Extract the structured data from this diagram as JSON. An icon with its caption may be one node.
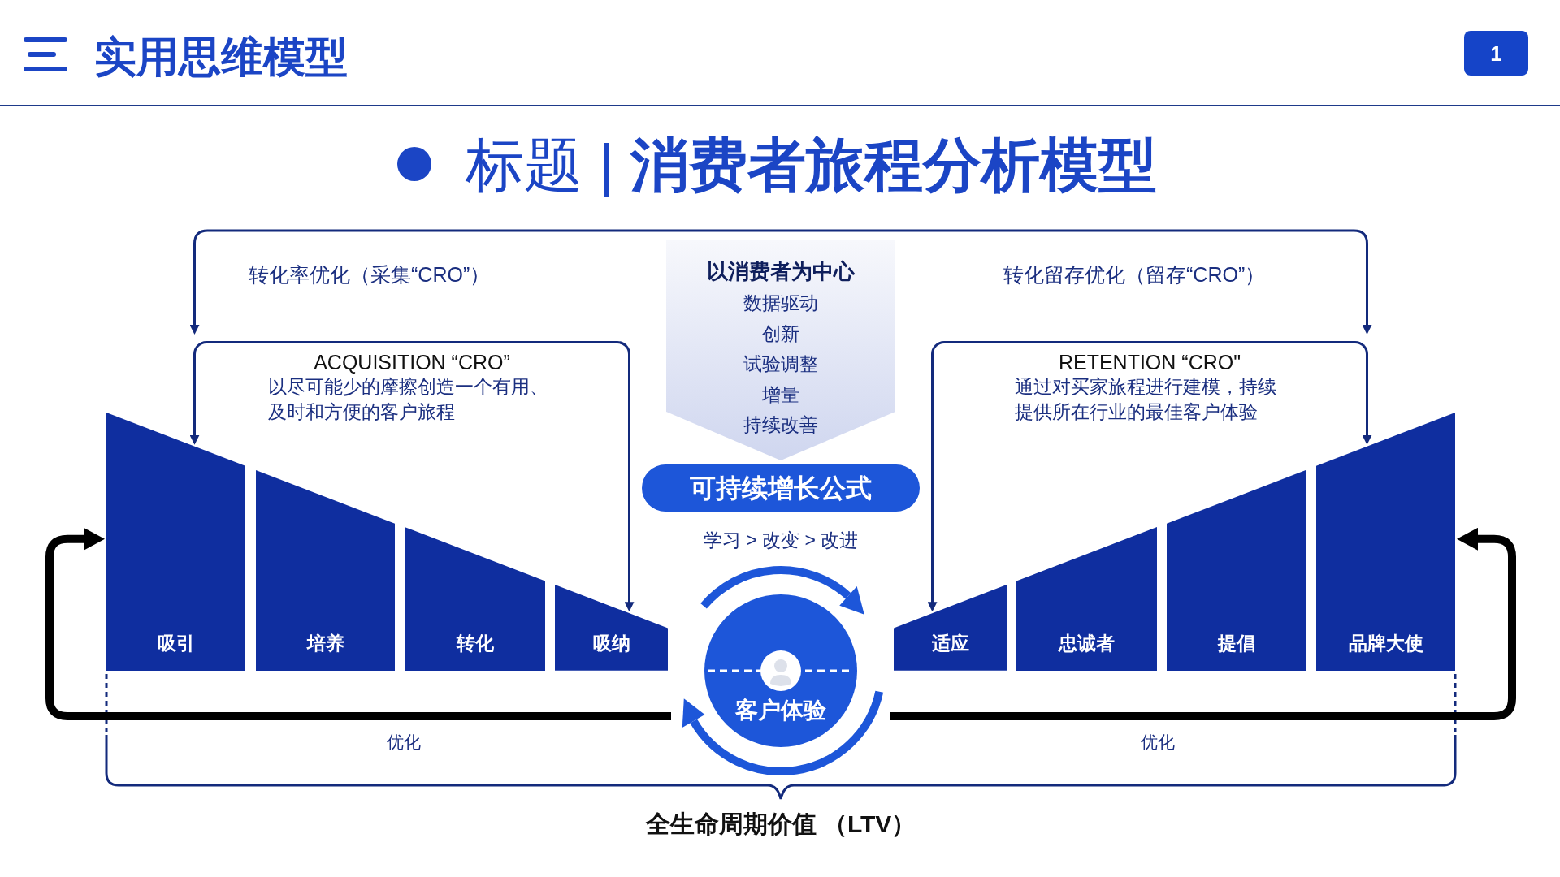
{
  "diagram": {
    "title": "标题 | **消费者旅程分析模型**",
    "nodes": [
      {
        "text": [
          "以消费者为中心",
          "数据驱动",
          "创新",
          "试验调整",
          "增量",
          "持续改善"
        ]
      },
      {
        "text": [
          "ACQUISITION “CRO”",
          "以尽可能少的摩擦创造一个有用、及时和方便的客户旅程"
        ]
      },
      {
        "text": [
          "RETENTION “CRO\"",
          "通过对买家旅程进行建模，持续提供所在行业的最佳客户体验"
        ]
      },
      {
        "text": [
          "可持续增长公式"
        ],
        "beside": [
          "学习 > 改变 > 改进"
        ]
      },
      {
        "text": [
          "吸引"
        ]
      },
      {
        "text": [
          "培养"
        ]
      },
      {
        "text": [
          "转化"
        ]
      },
      {
        "text": [
          "吸纳"
        ]
      },
      {
        "text": [
          "客户体验"
        ]
      },
      {
        "text": [
          "适应"
        ]
      },
      {
        "text": [
          "忠诚者"
        ]
      },
      {
        "text": [
          "提倡"
        ]
      },
      {
        "text": [
          "品牌大使"
        ]
      }
    ],
    "edges": [
      {
        "from": 1,
        "to": 2,
        "arrow": "both"
      },
      {
        "from": 1,
        "to": 4,
        "arrow": "to"
      },
      {
        "from": 1,
        "to": 7,
        "arrow": "to"
      },
      {
        "from": 2,
        "to": 9,
        "arrow": "to"
      },
      {
        "from": 2,
        "to": 12,
        "arrow": "to"
      },
      {
        "from": 8,
        "to": 4,
        "arrow": "to",
        "label": "优化",
        "style": "thick",
        "color": "#000000"
      },
      {
        "from": 8,
        "to": 12,
        "arrow": "to",
        "label": "优化",
        "style": "thick",
        "color": "#000000"
      }
    ],
    "labels": [
      "实用思维模型",
      "1",
      "转化率优化（采集“CRO”）",
      "转化留存优化（留存“CRO”）",
      "全生命周期价值 （LTV）"
    ]
  }
}
